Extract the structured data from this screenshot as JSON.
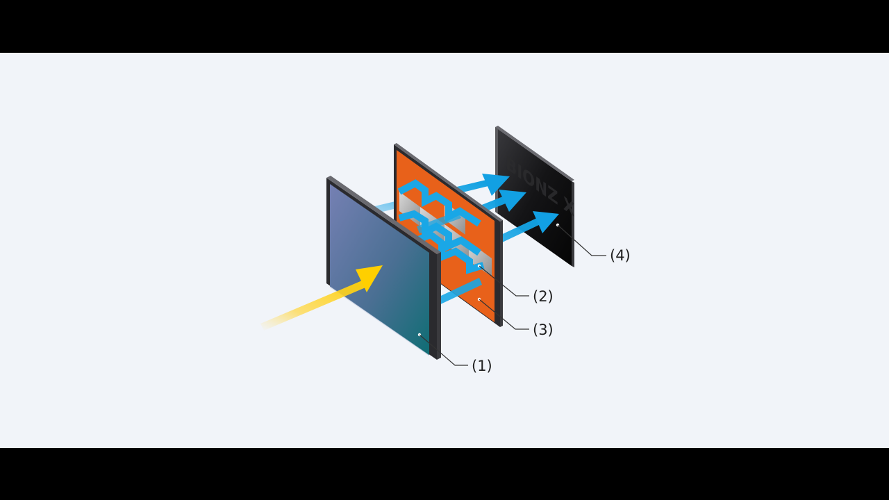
{
  "diagram": {
    "callouts": [
      {
        "id": "1",
        "label": "(1)"
      },
      {
        "id": "2",
        "label": "(2)"
      },
      {
        "id": "3",
        "label": "(3)"
      },
      {
        "id": "4",
        "label": "(4)"
      }
    ],
    "processor_logo_text": "BIONZ X"
  },
  "colors": {
    "background": "#f1f4f9",
    "letterbox": "#000000",
    "sensor_panel_top": "#6f7fae",
    "sensor_panel_bottom": "#1f6f7a",
    "circuit_layer": "#e8611a",
    "memory_cell": "#b9b9b9",
    "processor_panel": "#0c0c0c",
    "frame_edge": "#2a2a2e",
    "light_arrow": "#ffd200",
    "signal_arrow": "#1aa7e6",
    "leader_line": "#333333",
    "label_text": "#1f1f1f"
  },
  "icons": {
    "incoming_light": "yellow-light-arrow-icon",
    "signal_flow": "blue-signal-arrow-icon"
  }
}
